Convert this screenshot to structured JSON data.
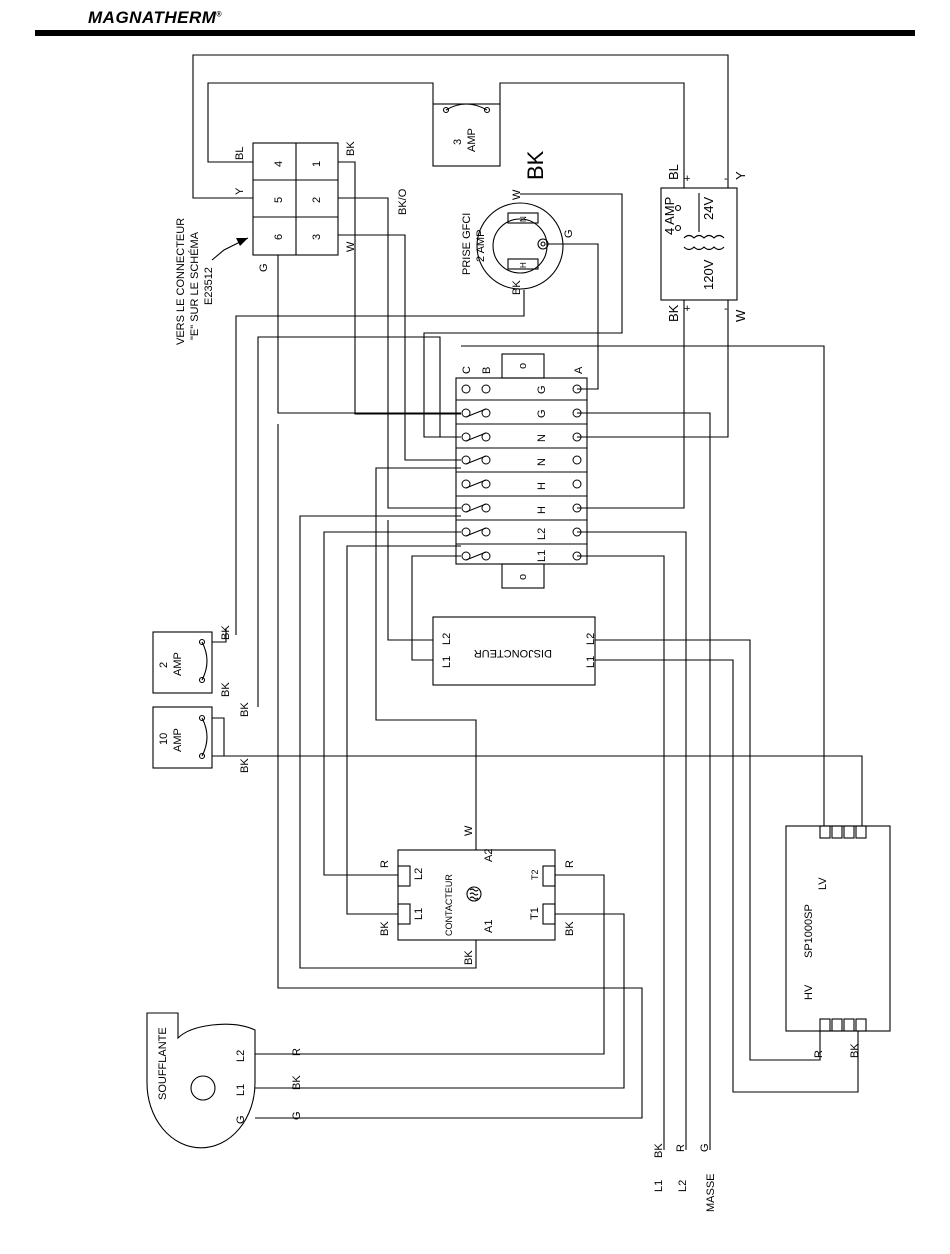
{
  "brand": "MAGNATHERM",
  "brand_mark": "®",
  "labels": {
    "connector_note_1": "VERS LE CONNECTEUR",
    "connector_note_2": "\"E\" SUR LE SCHÉMA",
    "connector_note_3": "E23512",
    "conn_4": "4",
    "conn_5": "5",
    "conn_6": "6",
    "conn_1": "1",
    "conn_2": "2",
    "conn_3": "3",
    "wire_bl_top": "BL",
    "wire_y_top": "Y",
    "wire_g_top": "G",
    "wire_bk_top": "BK",
    "wire_bko": "BK/O",
    "wire_w_top": "W",
    "fuse3_amp": "3",
    "fuse3_amp_unit": "AMP",
    "bk_big": "BK",
    "gfci_title": "PRISE GFCI",
    "gfci_rating": "2 AMP",
    "gfci_w": "W",
    "gfci_g": "G",
    "gfci_bk": "BK",
    "gfci_n": "N",
    "gfci_h": "H",
    "xfmr_bl": "BL",
    "xfmr_y": "Y",
    "xfmr_bk": "BK",
    "xfmr_w": "W",
    "xfmr_fuse": "4 AMP",
    "xfmr_24v": "24V",
    "xfmr_120v": "120V",
    "plus": "+",
    "minus": "-",
    "term_c": "C",
    "term_b": "B",
    "term_a": "A",
    "term_g": "G",
    "term_n": "N",
    "term_h": "H",
    "term_l2": "L2",
    "term_l1": "L1",
    "circle_mark": "o",
    "breaker_name": "DISJONCTEUR",
    "fuse2_amp": "2",
    "fuse10_amp": "10",
    "amp_unit": "AMP",
    "contactor_name": "CONTACTEUR",
    "cont_l2": "L2",
    "cont_l1": "L1",
    "cont_a2": "A2",
    "cont_a1": "A1",
    "cont_t2": "T2",
    "cont_t1": "T1",
    "wire_r": "R",
    "wire_bk": "BK",
    "wire_w": "W",
    "wire_g": "G",
    "sp_name": "SP1000SP",
    "sp_lv": "LV",
    "sp_hv": "HV",
    "blower": "SOUFFLANTE",
    "supply_l1": "L1",
    "supply_l2": "L2",
    "supply_masse": "MASSE"
  }
}
